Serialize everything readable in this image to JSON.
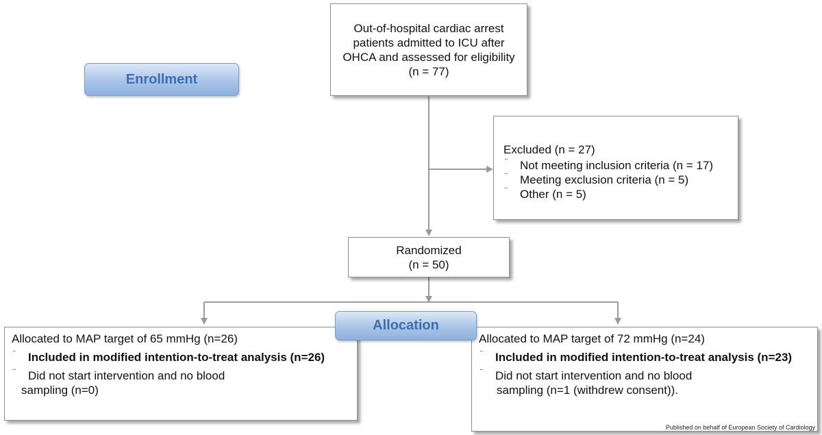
{
  "stages": {
    "enrollment": "Enrollment",
    "allocation": "Allocation"
  },
  "assessed": {
    "text": "Out-of-hospital cardiac arrest patients admitted to ICU after OHCA and assessed for eligibility",
    "count": "(n = 77)"
  },
  "excluded": {
    "title": "Excluded  (n = 27)",
    "items": [
      "Not meeting inclusion criteria (n = 17)",
      "Meeting exclusion criteria (n = 5)",
      "Other (n = 5)"
    ]
  },
  "randomized": {
    "label": "Randomized",
    "count": "(n = 50)"
  },
  "arm_65": {
    "title": "Allocated to MAP target of 65 mmHg (n=26)",
    "items": [
      "Included in modified intention-to-treat analysis (n=26)",
      "Did not start intervention and no blood",
      "sampling (n=0)"
    ]
  },
  "arm_72": {
    "title": "Allocated to MAP target of 72 mmHg (n=24)",
    "items": [
      "Included in modified intention-to-treat analysis (n=23)",
      "Did not start intervention and no blood",
      "sampling (n=1 (withdrew consent))."
    ]
  },
  "bullet_glyph": "¨",
  "footer": "Published on behalf of European Society of Cardiology",
  "colors": {
    "stage_text": "#3d6fb0",
    "stage_fill": "#a9c4e8",
    "connector": "#9a9a9a",
    "box_border": "#8c8c8c"
  }
}
